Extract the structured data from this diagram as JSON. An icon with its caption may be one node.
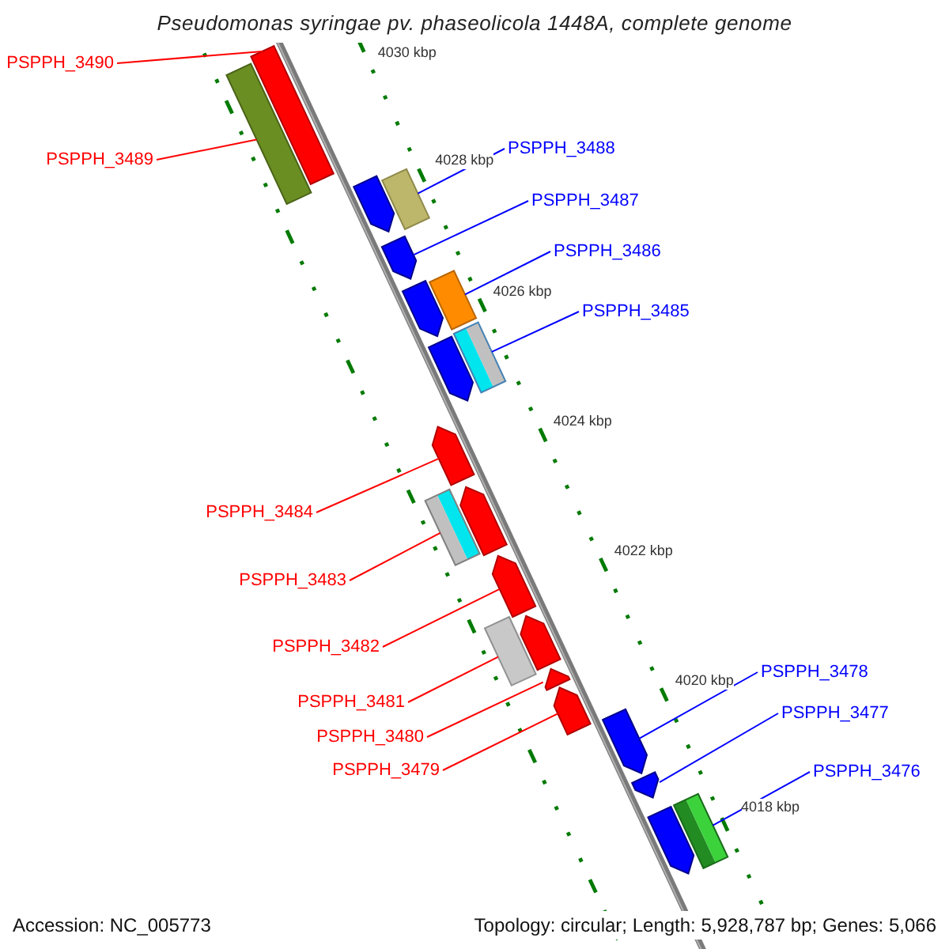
{
  "diagram": {
    "title": "Pseudomonas syringae pv. phaseolicola 1448A, complete genome",
    "nodes": [
      {
        "text": [
          "PSPPH_3490"
        ]
      },
      {
        "text": [
          "PSPPH_3489"
        ]
      },
      {
        "text": [
          "PSPPH_3488"
        ]
      },
      {
        "text": [
          "PSPPH_3487"
        ]
      },
      {
        "text": [
          "PSPPH_3486"
        ]
      },
      {
        "text": [
          "PSPPH_3485"
        ]
      },
      {
        "text": [
          "PSPPH_3484"
        ]
      },
      {
        "text": [
          "PSPPH_3483"
        ]
      },
      {
        "text": [
          "PSPPH_3482"
        ]
      },
      {
        "text": [
          "PSPPH_3481"
        ]
      },
      {
        "text": [
          "PSPPH_3480"
        ]
      },
      {
        "text": [
          "PSPPH_3479"
        ]
      },
      {
        "text": [
          "PSPPH_3478"
        ]
      },
      {
        "text": [
          "PSPPH_3477"
        ]
      },
      {
        "text": [
          "PSPPH_3476"
        ]
      },
      {
        "text": [],
        "shape": "bar"
      },
      {
        "text": [],
        "shape": "bar"
      },
      {
        "text": [],
        "shape": "bar"
      },
      {
        "text": [],
        "shape": "bar"
      },
      {
        "text": [],
        "shape": "bar"
      },
      {
        "text": [],
        "shape": "bar"
      },
      {
        "text": [],
        "shape": "bar"
      },
      {
        "text": [],
        "shape": "bar"
      },
      {
        "text": [],
        "shape": "bar"
      },
      {
        "text": [],
        "shape": "bar"
      },
      {
        "text": [],
        "shape": "bar"
      },
      {
        "text": [],
        "shape": "bar"
      },
      {
        "text": [],
        "shape": "bar"
      },
      {
        "text": [],
        "shape": "bar"
      },
      {
        "text": [],
        "shape": "bar"
      },
      {
        "text": [],
        "shape": "bar"
      },
      {
        "text": [],
        "shape": "bar"
      },
      {
        "text": [],
        "shape": "bar"
      },
      {
        "text": [],
        "shape": "bar"
      },
      {
        "text": [],
        "shape": "bar"
      },
      {
        "text": [],
        "shape": "bar"
      }
    ],
    "edges": [
      {
        "from": 0,
        "to": 16,
        "arrow": "none"
      },
      {
        "from": 1,
        "to": 15,
        "arrow": "none"
      },
      {
        "from": 2,
        "to": 18,
        "arrow": "none",
        "color": "#0000ff"
      },
      {
        "from": 3,
        "to": 19,
        "arrow": "none",
        "color": "#0000ff"
      },
      {
        "from": 4,
        "to": 21,
        "arrow": "none",
        "color": "#0000ff"
      },
      {
        "from": 5,
        "to": 23,
        "arrow": "none",
        "color": "#0000ff"
      },
      {
        "from": 6,
        "to": 24,
        "arrow": "none"
      },
      {
        "from": 7,
        "to": 25,
        "arrow": "none"
      },
      {
        "from": 8,
        "to": 27,
        "arrow": "none"
      },
      {
        "from": 9,
        "to": 28,
        "arrow": "none"
      },
      {
        "from": 10,
        "to": 30,
        "arrow": "none"
      },
      {
        "from": 11,
        "to": 31,
        "arrow": "none"
      },
      {
        "from": 12,
        "to": 32,
        "arrow": "none",
        "color": "#0000ff"
      },
      {
        "from": 13,
        "to": 33,
        "arrow": "none",
        "color": "#0000ff"
      },
      {
        "from": 14,
        "to": 35,
        "arrow": "none",
        "color": "#0000ff"
      }
    ],
    "labels": [
      "4030 kbp",
      "4028 kbp",
      "4026 kbp",
      "4024 kbp",
      "4022 kbp",
      "4020 kbp",
      "4018 kbp",
      "Accession: NC_005773",
      "Topology: circular; Length: 5,928,787 bp; Genes: 5,066"
    ]
  }
}
